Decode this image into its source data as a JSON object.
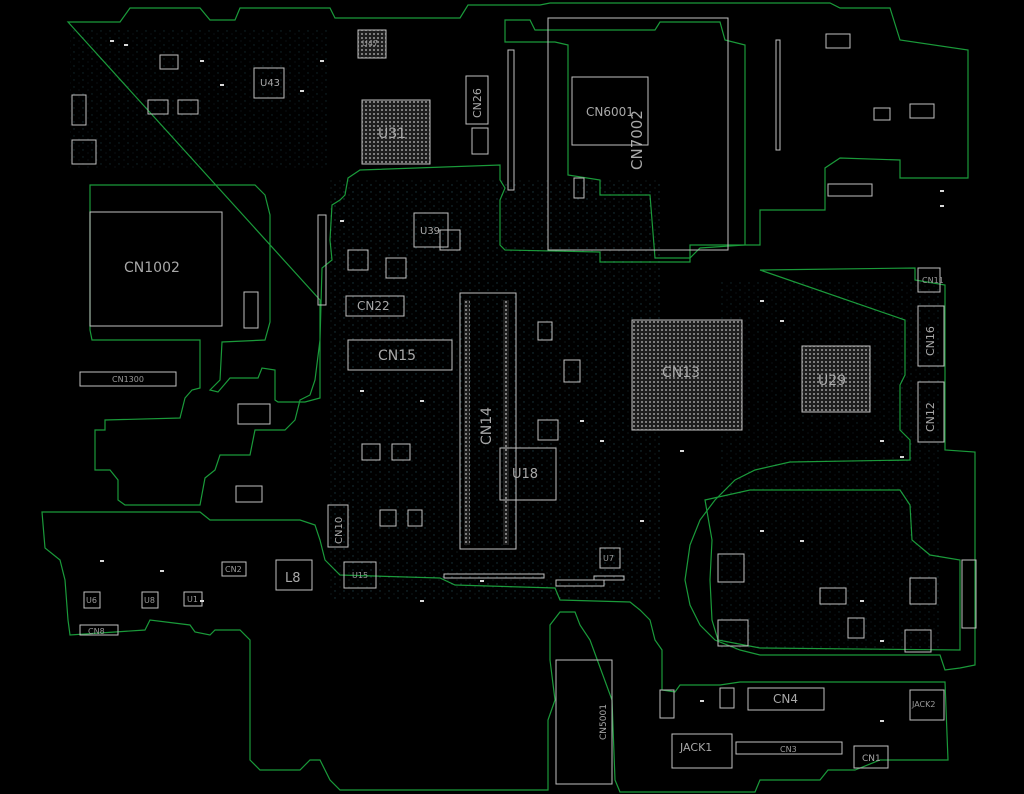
{
  "labels": {
    "u31": "U31",
    "u43": "U43",
    "u47": "U47",
    "cn26": "CN26",
    "cn6001": "CN6001",
    "cn7002": "CN7002",
    "cn1002": "CN1002",
    "u39": "U39",
    "cn22": "CN22",
    "cn15": "CN15",
    "cn1300": "CN1300",
    "cn14": "CN14",
    "u18": "U18",
    "cn13": "CN13",
    "u29": "U29",
    "cn16": "CN16",
    "cn12": "CN12",
    "cn11": "CN11",
    "cn10": "CN10",
    "l8": "L8",
    "u15": "U15",
    "cn5001": "CN5001",
    "jack1": "JACK1",
    "cn4": "CN4",
    "cn3": "CN3",
    "cn1": "CN1",
    "jack2": "JACK2",
    "u6": "U6",
    "u8": "U8",
    "u1": "U1",
    "cn2": "CN2",
    "cn8": "CN8",
    "u7": "U7"
  },
  "colors": {
    "background": "#000000",
    "board_outline": "#1a9a3a",
    "component_outline": "#bfbfbf",
    "label": "#a8a8a8",
    "via": "#4fa3b8"
  }
}
